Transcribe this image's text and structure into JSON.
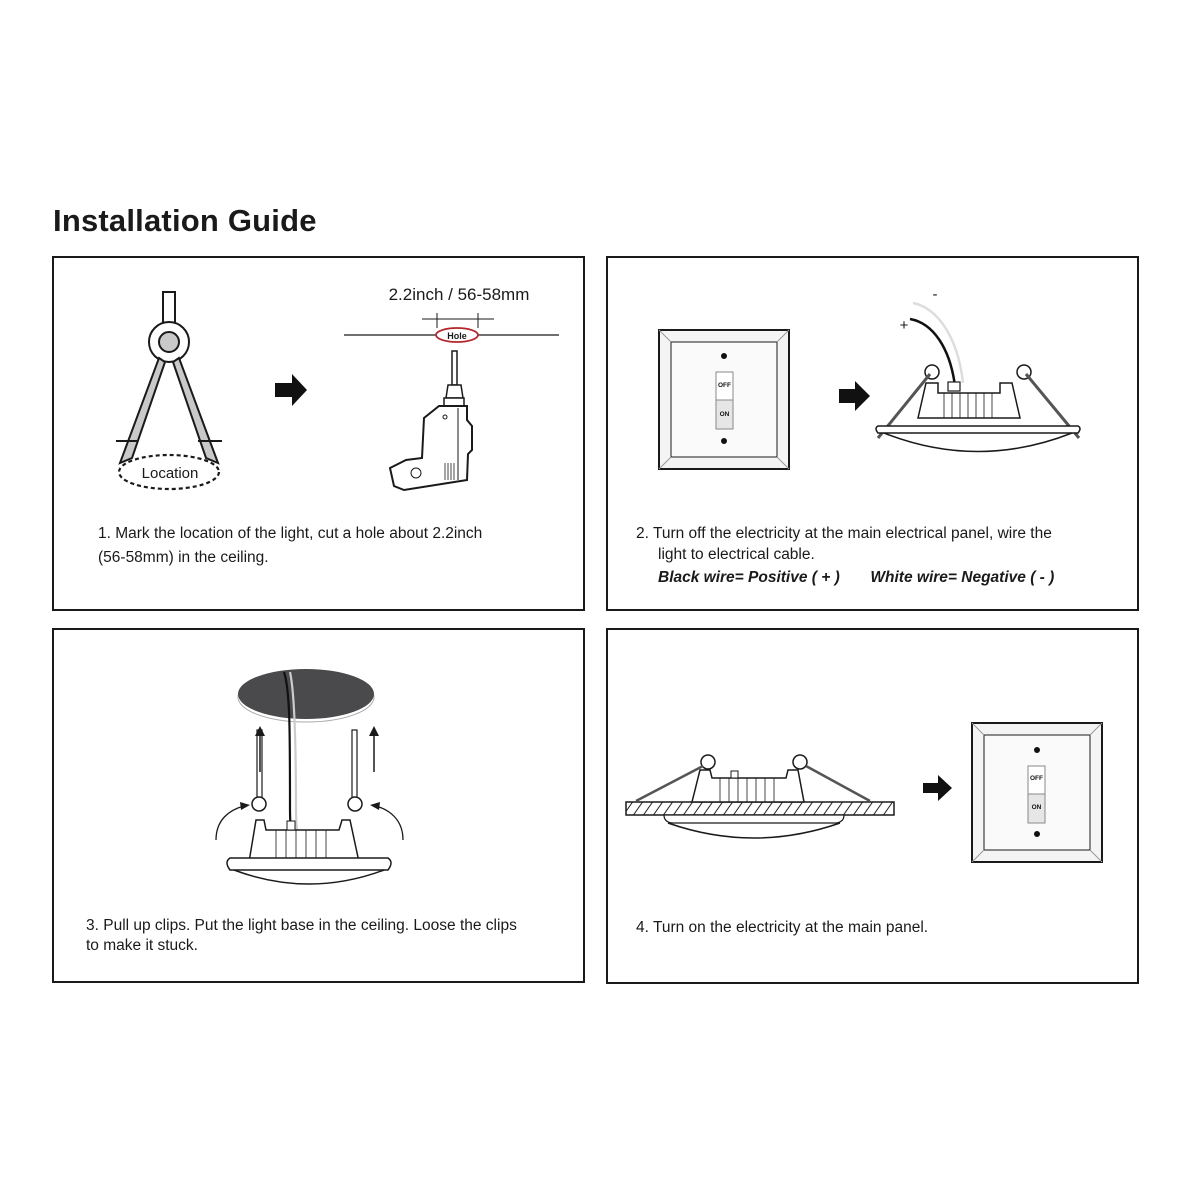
{
  "title": "Installation Guide",
  "steps": [
    {
      "number": "1",
      "caption_line1": "1. Mark the location of the light, cut a hole about 2.2inch",
      "caption_line2": "(56-58mm) in the ceiling.",
      "labels": {
        "location": "Location",
        "dimension": "2.2inch / 56-58mm",
        "hole": "Hole"
      },
      "icons": [
        "compass-icon",
        "arrow-right-icon",
        "drill-icon"
      ]
    },
    {
      "number": "2",
      "caption_line1": "2. Turn off the electricity at the main electrical panel, wire the",
      "caption_line2": "light to electrical cable.",
      "wire_black": "Black wire= Positive ( + )",
      "wire_white": "White wire= Negative ( - )",
      "labels": {
        "switch_off": "OFF",
        "switch_on": "ON",
        "plus": "+",
        "minus": "-"
      },
      "icons": [
        "light-switch-icon",
        "arrow-right-icon",
        "downlight-fixture-icon"
      ]
    },
    {
      "number": "3",
      "caption_line1": "3. Pull up clips. Put the light base in the ceiling. Loose the clips",
      "caption_line2": "to make it stuck.",
      "icons": [
        "ceiling-hole-icon",
        "downlight-fixture-icon",
        "arrow-up-icon",
        "curved-arrow-icon"
      ]
    },
    {
      "number": "4",
      "caption_line1": "4. Turn on the electricity at the main panel.",
      "labels": {
        "switch_off": "OFF",
        "switch_on": "ON"
      },
      "icons": [
        "installed-fixture-icon",
        "arrow-right-icon",
        "light-switch-icon"
      ]
    }
  ],
  "colors": {
    "ink": "#1a1a1a",
    "hole_outline": "#b3262b",
    "ceiling_disk": "#4a4a4c",
    "fill_gray": "#d0d0d0"
  }
}
